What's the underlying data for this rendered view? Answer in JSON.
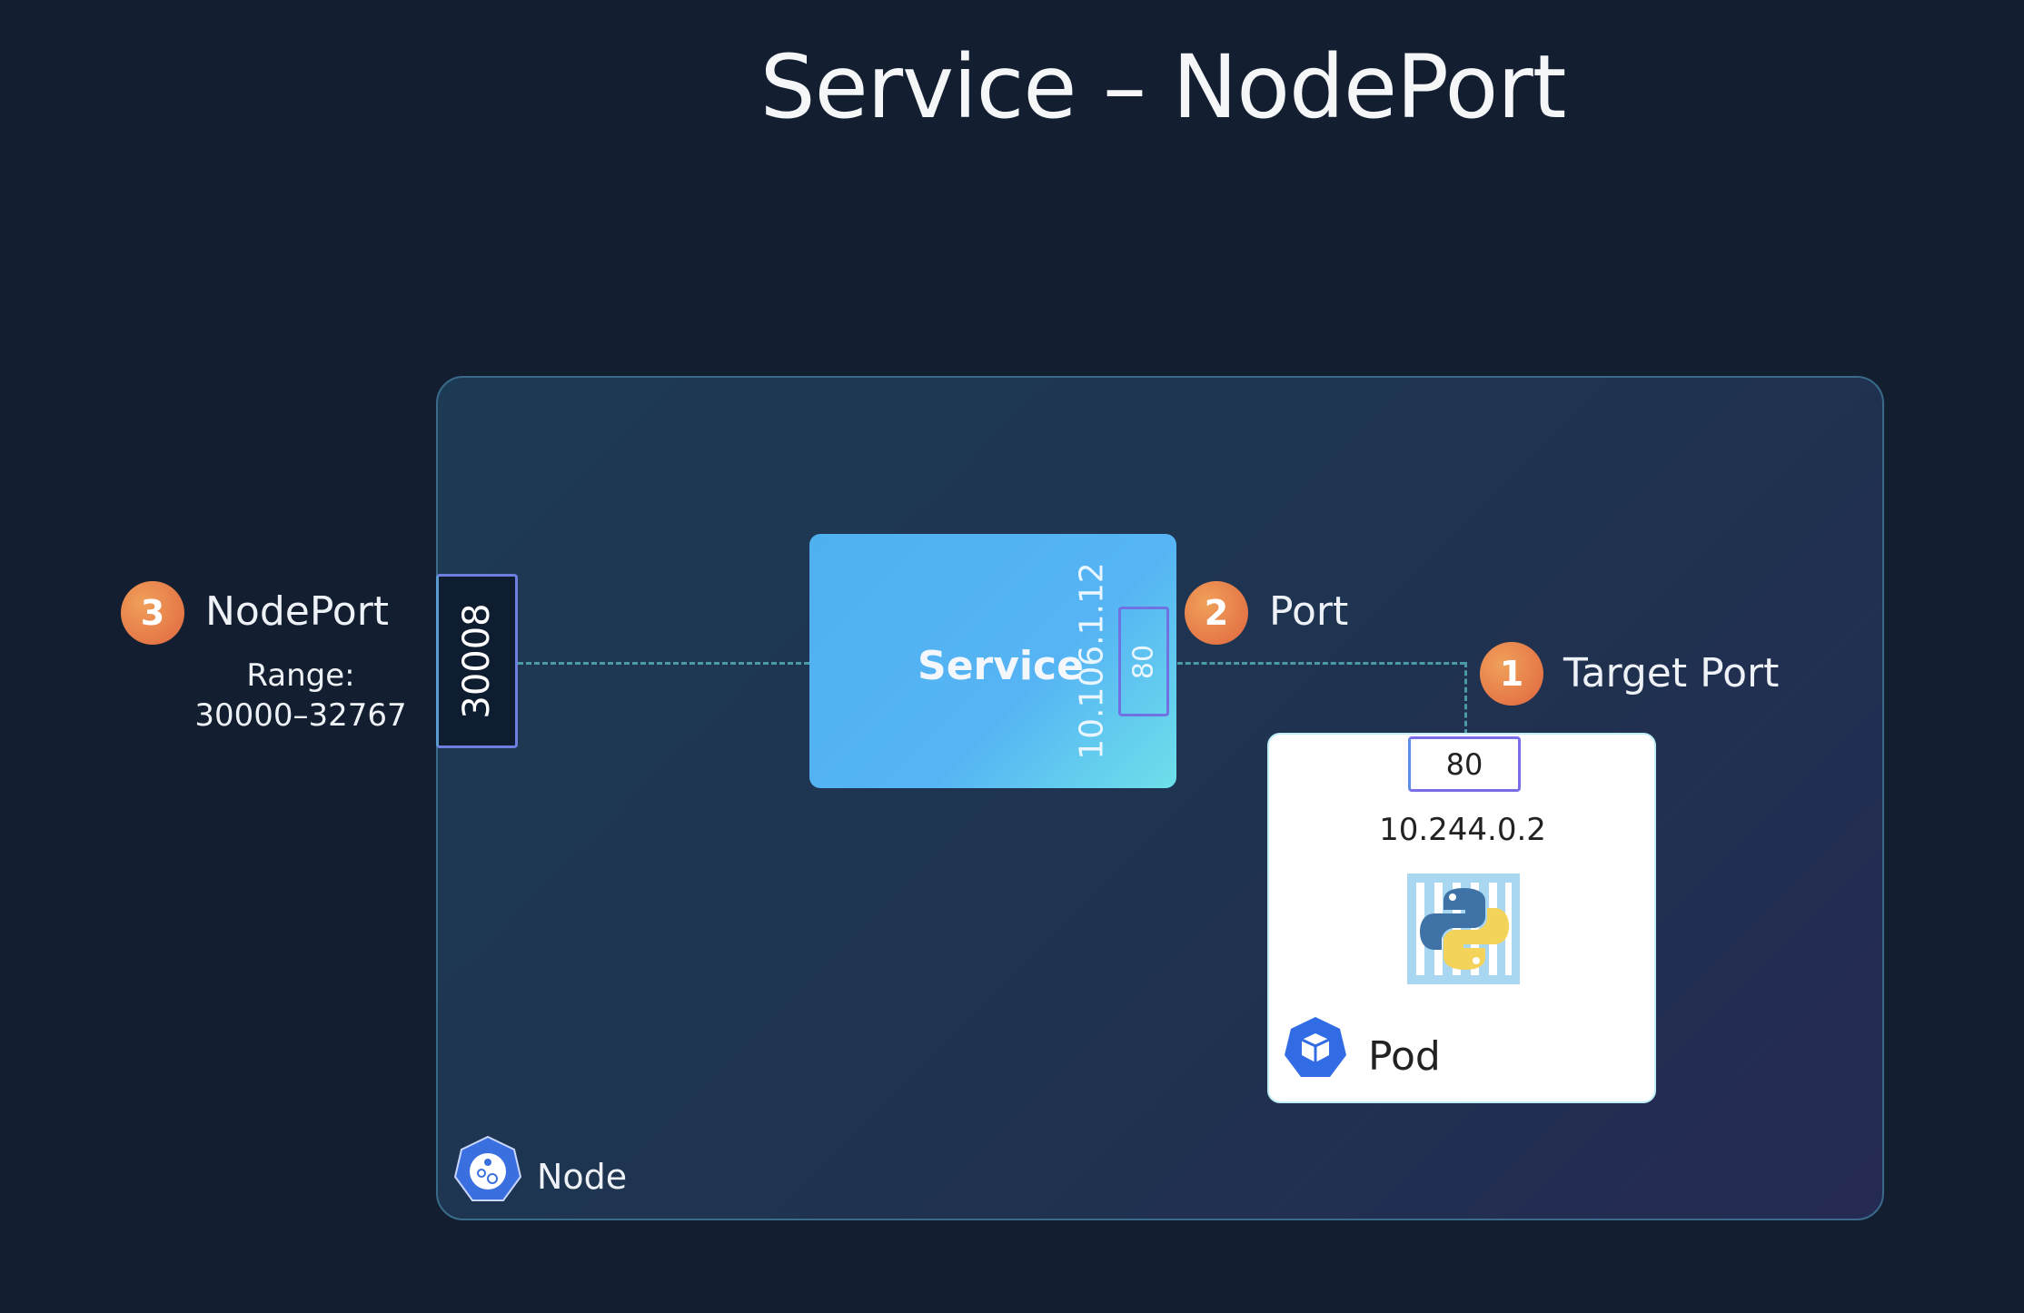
{
  "title": "Service – NodePort",
  "nodeport": {
    "badge": "3",
    "label": "NodePort",
    "range_label": "Range:",
    "range_value": "30000–32767",
    "port": "30008"
  },
  "service": {
    "label": "Service",
    "cluster_ip": "10.106.1.12",
    "port": "80"
  },
  "port": {
    "badge": "2",
    "label": "Port"
  },
  "target_port": {
    "badge": "1",
    "label": "Target Port"
  },
  "pod": {
    "port": "80",
    "ip": "10.244.0.2",
    "label": "Pod",
    "icon": "python-container-icon"
  },
  "node": {
    "label": "Node"
  },
  "colors": {
    "background": "#131f30",
    "badge": "#e8804a",
    "service": "#56b4f4",
    "k8s_blue": "#326ce5"
  }
}
